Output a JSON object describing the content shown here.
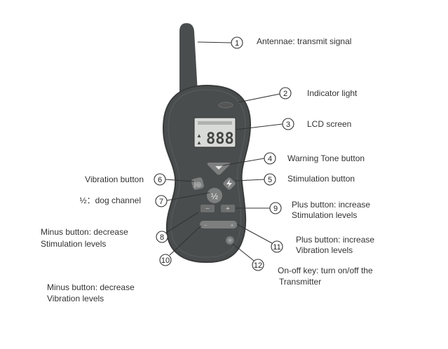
{
  "device": {
    "lcd_digits": "888",
    "channel_glyph": "½",
    "minus_glyph": "−",
    "plus_glyph": "+",
    "colors": {
      "body": "#4a4d4d",
      "body_edge": "#3a3c3c",
      "lcd": "#d9dbd8",
      "button": "#7c7f7e",
      "orange": "#e07a4f"
    }
  },
  "callouts": [
    {
      "num": "1",
      "lines": [
        "Antennae: transmit signal"
      ]
    },
    {
      "num": "2",
      "lines": [
        "Indicator light"
      ]
    },
    {
      "num": "3",
      "lines": [
        "LCD screen"
      ]
    },
    {
      "num": "4",
      "lines": [
        "Warning Tone button"
      ]
    },
    {
      "num": "5",
      "lines": [
        "Stimulation button"
      ]
    },
    {
      "num": "6",
      "lines": [
        "Vibration button"
      ]
    },
    {
      "num": "7",
      "lines": [
        "½：dog channel"
      ]
    },
    {
      "num": "8",
      "lines": [
        "Minus button: decrease",
        "Stimulation levels"
      ]
    },
    {
      "num": "9",
      "lines": [
        "Plus button: increase",
        "Stimulation levels"
      ]
    },
    {
      "num": "10",
      "lines": [
        "Minus button: decrease",
        "Vibration levels"
      ]
    },
    {
      "num": "11",
      "lines": [
        "Plus button: increase",
        "Vibration levels"
      ]
    },
    {
      "num": "12",
      "lines": [
        "On-off key: turn on/off the",
        "Transmitter"
      ]
    }
  ]
}
